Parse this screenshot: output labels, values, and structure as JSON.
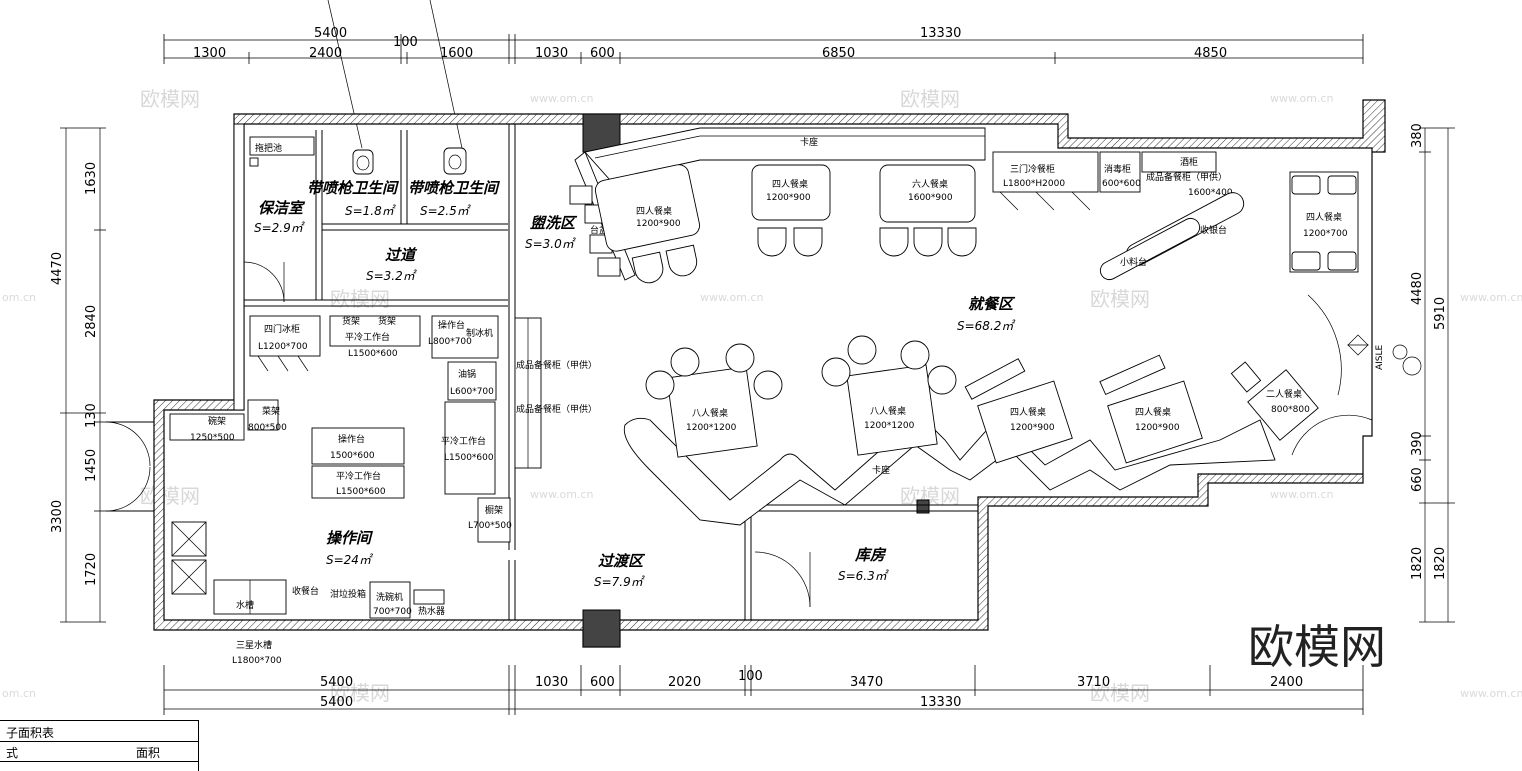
{
  "dimensions": {
    "top_outer_left": "5400",
    "top_gap": "100",
    "top_outer_right": "13330",
    "top": [
      "1300",
      "2400",
      "1600",
      "1030",
      "600",
      "6850",
      "4850"
    ],
    "bottom": [
      "5400",
      "1030",
      "600",
      "2020",
      "100",
      "3470",
      "3710",
      "2400"
    ],
    "bottom_outer_left": "5400",
    "bottom_outer_right": "13330",
    "left_outer": [
      "4470",
      "3300"
    ],
    "left_inner": [
      "1630",
      "2840",
      "130",
      "1450",
      "1720"
    ],
    "right_outer": [
      "5910",
      "1820"
    ],
    "right_inner": [
      "380",
      "4480",
      "390",
      "660",
      "1820"
    ]
  },
  "rooms": [
    {
      "id": "cleaning",
      "name": "保洁室",
      "area": "S=2.9㎡"
    },
    {
      "id": "toilet1",
      "name": "带喷枪卫生间",
      "area": "S=1.8㎡"
    },
    {
      "id": "toilet2",
      "name": "带喷枪卫生间",
      "area": "S=2.5㎡"
    },
    {
      "id": "corridor",
      "name": "过道",
      "area": "S=3.2㎡"
    },
    {
      "id": "wash",
      "name": "盥洗区",
      "area": "S=3.0㎡"
    },
    {
      "id": "dining",
      "name": "就餐区",
      "area": "S=68.2㎡"
    },
    {
      "id": "kitchen",
      "name": "操作间",
      "area": "S=24㎡"
    },
    {
      "id": "transition",
      "name": "过渡区",
      "area": "S=7.9㎡"
    },
    {
      "id": "storage",
      "name": "库房",
      "area": "S=6.3㎡"
    }
  ],
  "furniture": {
    "mop_pool": "拖把池",
    "basin": "台盆",
    "booth_top": "卡座",
    "booth_bottom": "卡座",
    "four_table_1": [
      "四人餐桌",
      "1200*900"
    ],
    "four_table_2": [
      "四人餐桌",
      "1200*900"
    ],
    "six_table": [
      "六人餐桌",
      "1600*900"
    ],
    "three_door_fridge": [
      "三门冷餐柜",
      "L1800*H2000"
    ],
    "sterilizer": [
      "消毒柜",
      "600*600"
    ],
    "wine_cabinet": "酒柜",
    "finished_cabinet_top": [
      "成品备餐柜（甲供）",
      "1600*400"
    ],
    "four_table_right": [
      "四人餐桌",
      "1200*700"
    ],
    "cashier": "收银台",
    "prep_table": "小料台",
    "four_door_fridge": [
      "四门冰柜",
      "L1200*700"
    ],
    "shelf_a": "货架",
    "shelf_b": "货架",
    "flat_cold_bench_1": [
      "平冷工作台",
      "L1500*600"
    ],
    "op_table_small": [
      "操作台",
      "L800*700"
    ],
    "ice_maker": "制冰机",
    "fryer": [
      "油锅",
      "L600*700"
    ],
    "finished_cabinet_1": "成品备餐柜（甲供）",
    "finished_cabinet_2": "成品备餐柜（甲供）",
    "bowl_rack": [
      "碗架",
      "1250*500"
    ],
    "veg_rack": [
      "菜架",
      "800*500"
    ],
    "operation_table": [
      "操作台",
      "1500*600"
    ],
    "flat_cold_bench_2": [
      "平冷工作台",
      "L1500*600"
    ],
    "flat_cold_bench_3": [
      "平冷工作台",
      "L1500*600"
    ],
    "stove_rack": [
      "橱架",
      "L700*500"
    ],
    "eight_table_1": [
      "八人餐桌",
      "1200*1200"
    ],
    "eight_table_2": [
      "八人餐桌",
      "1200*1200"
    ],
    "four_table_3": [
      "四人餐桌",
      "1200*900"
    ],
    "four_table_4": [
      "四人餐桌",
      "1200*900"
    ],
    "two_table": [
      "二人餐桌",
      "800*800"
    ],
    "water_sink": "水槽",
    "collect_table": "收餐台",
    "waste_disposal": "泔垃投箱",
    "dish_washer": [
      "洗碗机",
      "700*700"
    ],
    "water_heater": "热水器",
    "triple_sink": [
      "三星水槽",
      "L1800*700"
    ],
    "aisle": "AISLE"
  },
  "watermarks": {
    "brand": "欧模网",
    "url": "www.om.cn",
    "url2": "www.om.cn",
    "url3": "om.cn"
  },
  "area_table": {
    "title": "子面积表",
    "col1": "式",
    "col2": "面积"
  }
}
